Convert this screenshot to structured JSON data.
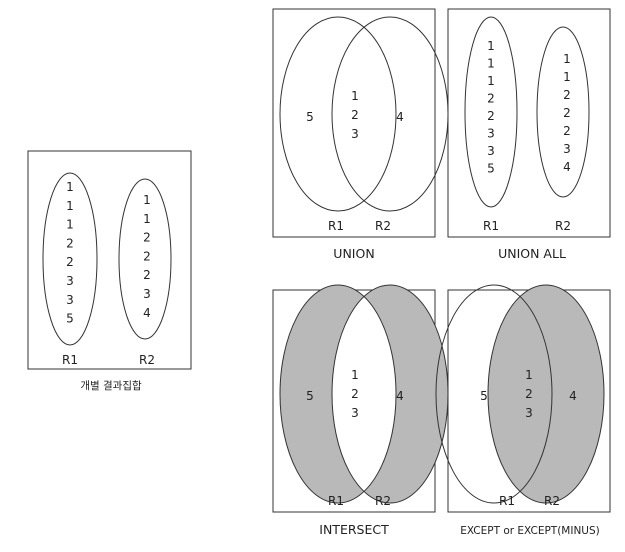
{
  "colors": {
    "shade": "#b9b9b9",
    "stroke": "#333333",
    "background": "#ffffff"
  },
  "individual": {
    "caption": "개별 결과집합",
    "r1_label": "R1",
    "r2_label": "R2",
    "r1_values": [
      "1",
      "1",
      "1",
      "2",
      "2",
      "3",
      "3",
      "5"
    ],
    "r2_values": [
      "1",
      "1",
      "2",
      "2",
      "2",
      "3",
      "4"
    ]
  },
  "union": {
    "caption": "UNION",
    "r1_label": "R1",
    "r2_label": "R2",
    "left_only": "5",
    "common": [
      "1",
      "2",
      "3"
    ],
    "right_only": "4"
  },
  "union_all": {
    "caption": "UNION ALL",
    "r1_label": "R1",
    "r2_label": "R2",
    "r1_values": [
      "1",
      "1",
      "1",
      "2",
      "2",
      "3",
      "3",
      "5"
    ],
    "r2_values": [
      "1",
      "1",
      "2",
      "2",
      "2",
      "3",
      "4"
    ]
  },
  "intersect": {
    "caption": "INTERSECT",
    "r1_label": "R1",
    "r2_label": "R2",
    "left_only": "5",
    "common": [
      "1",
      "2",
      "3"
    ],
    "right_only": "4"
  },
  "except": {
    "caption": "EXCEPT or EXCEPT(MINUS)",
    "r1_label": "R1",
    "r2_label": "R2",
    "left_only": "5",
    "common": [
      "1",
      "2",
      "3"
    ],
    "right_only": "4"
  }
}
